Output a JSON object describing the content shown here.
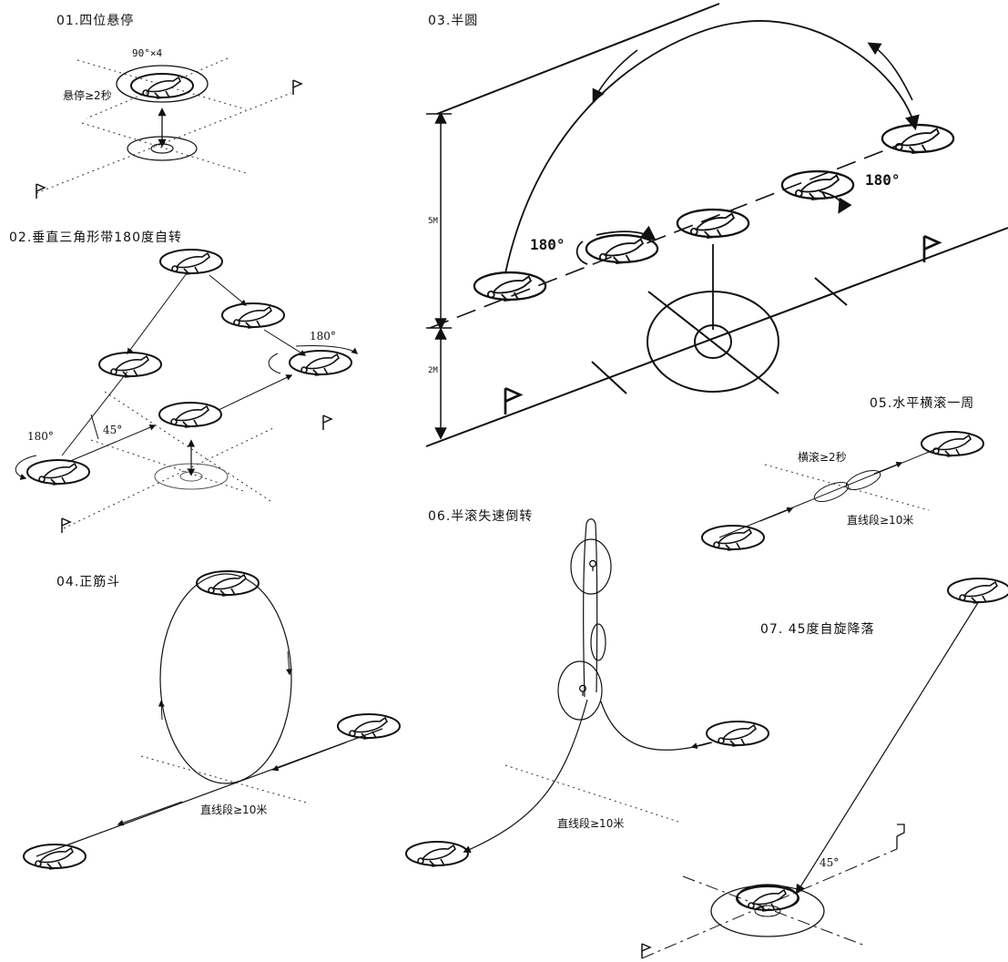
{
  "figure": {
    "maneuvers": {
      "m01": {
        "title": "01.四位悬停",
        "rotation": "90°×4",
        "hover": "悬停≥2秒"
      },
      "m02": {
        "title": "02.垂直三角形带180度自转",
        "turn_right": "180°",
        "turn_left": "180°",
        "angle": "45°"
      },
      "m03": {
        "title": "03.半圆",
        "turn_right": "180°",
        "turn_left": "180°",
        "height_upper": "5M",
        "height_lower": "2M"
      },
      "m04": {
        "title": "04.正筋斗",
        "straight": "直线段≥10米"
      },
      "m05": {
        "title": "05.水平横滚一周",
        "roll": "横滚≥2秒",
        "straight": "直线段≥10米"
      },
      "m06": {
        "title": "06.半滚失速倒转",
        "straight": "直线段≥10米"
      },
      "m07": {
        "title": "07. 45度自旋降落",
        "angle": "45°"
      }
    },
    "colors": {
      "line": "#111111",
      "background": "#ffffff"
    },
    "icons": [
      "helicopter-icon",
      "flag-icon",
      "target-circle-icon"
    ]
  }
}
